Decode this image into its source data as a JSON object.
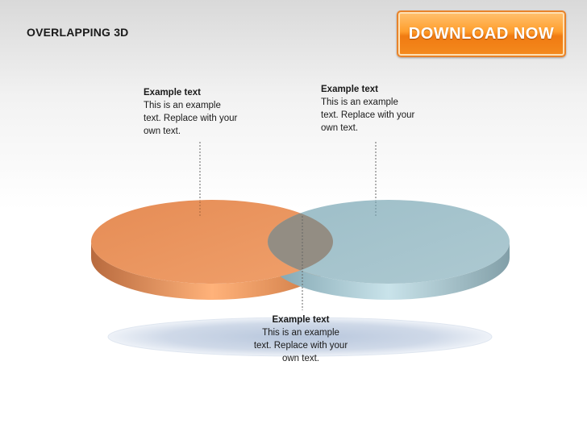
{
  "title": "OVERLAPPING 3D",
  "download_button": {
    "label": "DOWNLOAD NOW"
  },
  "labels": {
    "left": {
      "heading": "Example text",
      "body": "This is an example\ntext. Replace with your\nown text."
    },
    "right": {
      "heading": "Example text",
      "body": "This is an example\ntext. Replace with your\nown text."
    },
    "center": {
      "heading": "Example text",
      "body": "This is an example\ntext. Replace with your\nown text."
    }
  },
  "colors": {
    "left_disc": "#e8915a",
    "right_disc": "#a3c2cb",
    "overlap": "#938c80",
    "accent": "#ff9e2c"
  }
}
